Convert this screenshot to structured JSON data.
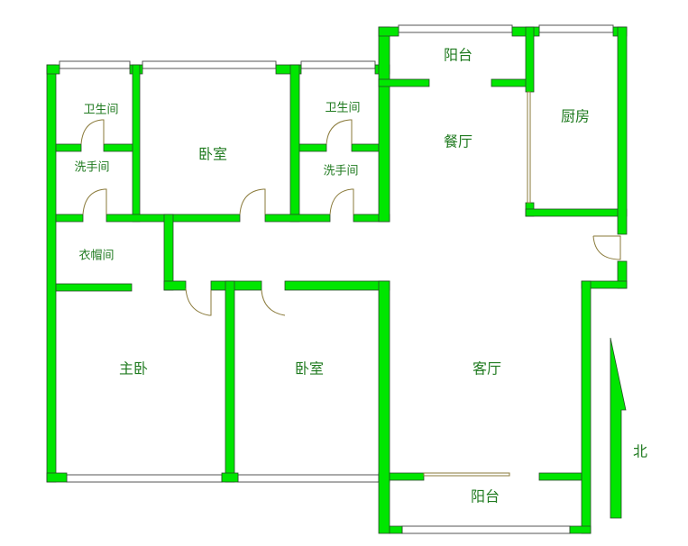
{
  "colors": {
    "wall": "#00e600",
    "label": "#1f7a1f",
    "door": "#8a7a3a"
  },
  "rooms": {
    "bath_left": "卫生间",
    "wash_left": "洗手间",
    "bedroom_top": "卧室",
    "bath_right": "卫生间",
    "wash_right": "洗手间",
    "balcony_top": "阳台",
    "dining": "餐厅",
    "kitchen": "厨房",
    "closet": "衣帽间",
    "master_bedroom": "主卧",
    "bedroom_bottom": "卧室",
    "living_room": "客厅",
    "balcony_bottom": "阳台"
  },
  "compass": {
    "label": "北",
    "icon": "north-arrow-icon"
  }
}
